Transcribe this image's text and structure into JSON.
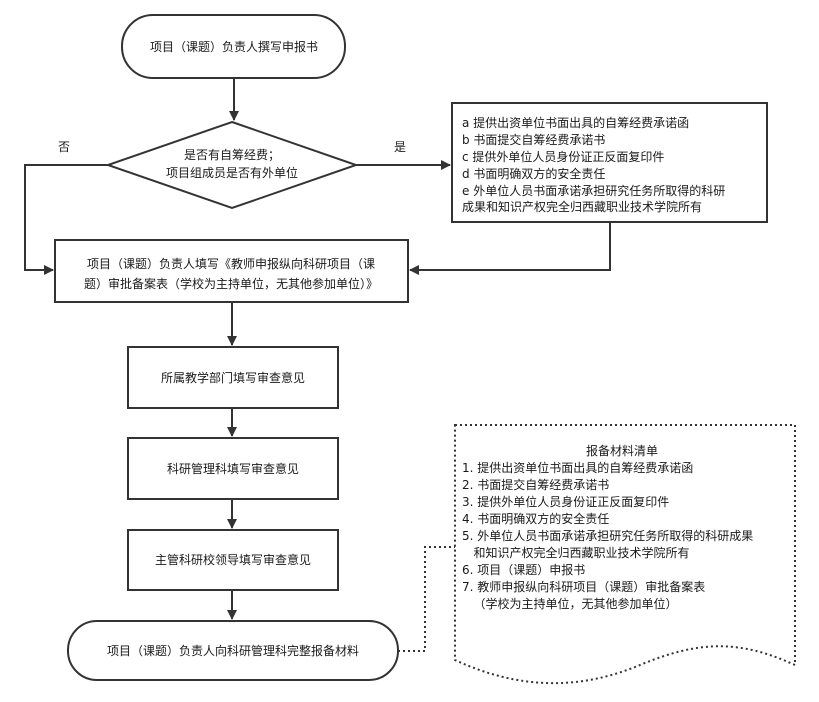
{
  "start": "项目（课题）负责人撰写申报书",
  "decision": {
    "line1": "是否有自筹经费；",
    "line2": "项目组成员是否有外单位",
    "no_label": "否",
    "yes_label": "是"
  },
  "requirements": [
    "a 提供出资单位书面出具的自筹经费承诺函",
    "b 书面提交自筹经费承诺书",
    "c 提供外单位人员身份证正反面复印件",
    "d 书面明确双方的安全责任",
    "e  外单位人员书面承诺承担研究任务所取得的科研",
    "成果和知识产权完全归西藏职业技术学院所有"
  ],
  "fill_form": {
    "line1": "项目（课题）负责人填写《教师申报纵向科研项目（课",
    "line2": "题）审批备案表（学校为主持单位，无其他参加单位）》"
  },
  "step_dept": "所属教学部门填写审查意见",
  "step_research": "科研管理科填写审查意见",
  "step_leader": "主管科研校领导填写审查意见",
  "end": "项目（课题）负责人向科研管理科完整报备材料",
  "checklist": {
    "title": "报备材料清单",
    "items": [
      "1. 提供出资单位书面出具的自筹经费承诺函",
      "2. 书面提交自筹经费承诺书",
      "3. 提供外单位人员身份证正反面复印件",
      "4. 书面明确双方的安全责任",
      "5. 外单位人员书面承诺承担研究任务所取得的科研成果",
      "   和知识产权完全归西藏职业技术学院所有",
      "6. 项目（课题）申报书",
      "7. 教师申报纵向科研项目（课题）审批备案表",
      "   （学校为主持单位，无其他参加单位）"
    ]
  }
}
